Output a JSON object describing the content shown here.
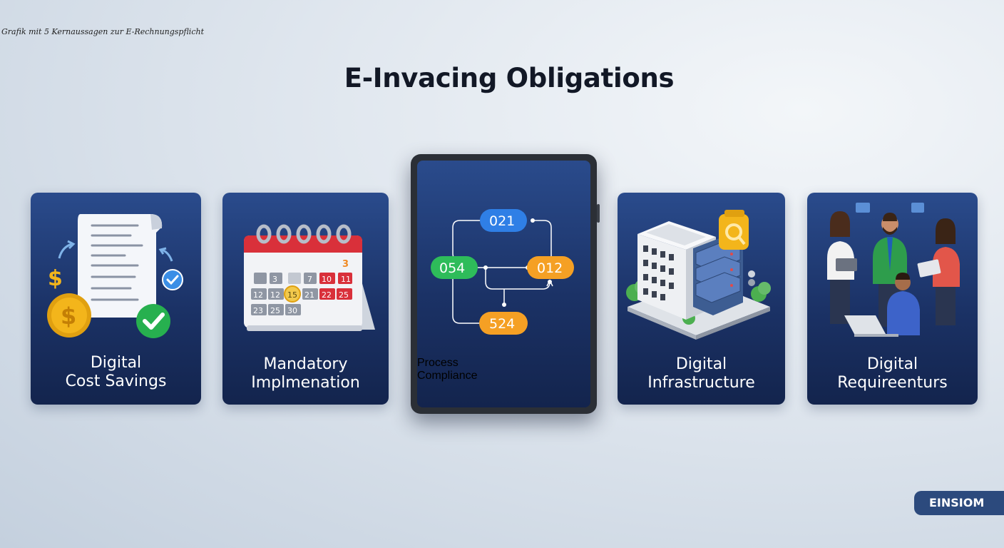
{
  "caption": "Grafik mit 5 Kernaussagen zur E-Rechnungspflicht",
  "title": "E-Invacing Obligations",
  "cards": [
    {
      "line1": "Digital",
      "line2": "Cost Savings",
      "icon": "receipt-dollar-icon"
    },
    {
      "line1": "Mandatory",
      "line2": "Implmenation",
      "icon": "calendar-icon",
      "calendar_cells": [
        "3",
        "7",
        "10",
        "11",
        "12",
        "12",
        "15",
        "21",
        "22",
        "25",
        "23",
        "25",
        "30"
      ],
      "calendar_corner": "3"
    },
    {
      "line1": "Process",
      "line2": "Compliance",
      "icon": "process-flow-icon",
      "nodes": [
        "021",
        "054",
        "012",
        "524"
      ]
    },
    {
      "line1": "Digital",
      "line2": "Infrastructure",
      "icon": "building-server-icon"
    },
    {
      "line1": "Digital",
      "line2": "Requireenturs",
      "icon": "team-people-icon"
    }
  ],
  "brand": "EINSIOM",
  "colors": {
    "card_top": "#2a4b8c",
    "card_bottom": "#13244d",
    "node_blue": "#2f7fe6",
    "node_green": "#2ebc5a",
    "node_orange": "#f5a024",
    "calendar_red": "#d9303a",
    "coin_gold": "#f3b51b"
  }
}
